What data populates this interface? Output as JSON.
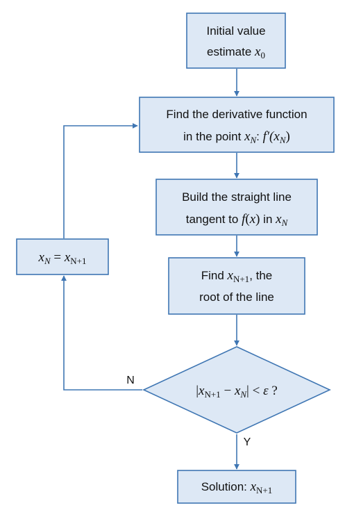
{
  "nodes": {
    "initial": {
      "line1": "Initial value",
      "line2_text": "estimate ",
      "line2_var": "x",
      "line2_sub": "0"
    },
    "derivative": {
      "line1": "Find the derivative function",
      "line2_text": "in the point ",
      "var_x": "x",
      "sub_n": "N",
      "colon": ": ",
      "f_prime": "f′(",
      "close": ")"
    },
    "tangent": {
      "line1": "Build the straight line",
      "line2_text": "tangent to ",
      "fx": "f",
      "paren_open": "(",
      "x": "x",
      "paren_close": ")",
      "in_text": " in ",
      "var_x": "x",
      "sub_n": "N"
    },
    "root": {
      "line1_text": "Find ",
      "var_x": "x",
      "sub": "N+1",
      "line1_tail": ", the",
      "line2": "root of the line"
    },
    "check": {
      "bar_open": "|",
      "var_x1": "x",
      "sub1": "N+1",
      "minus": " − ",
      "var_x2": "x",
      "sub2": "N",
      "bar_close": "|",
      "lt": " < ",
      "eps": "ε",
      "q": " ?"
    },
    "update": {
      "var_x1": "x",
      "sub1": "N",
      "eq": " = ",
      "var_x2": "x",
      "sub2": "N+1"
    },
    "solution": {
      "text": "Solution: ",
      "var_x": "x",
      "sub": "N+1"
    }
  },
  "edges": {
    "no_label": "N",
    "yes_label": "Y"
  },
  "colors": {
    "fill": "#dde8f5",
    "stroke": "#3f76b3"
  }
}
